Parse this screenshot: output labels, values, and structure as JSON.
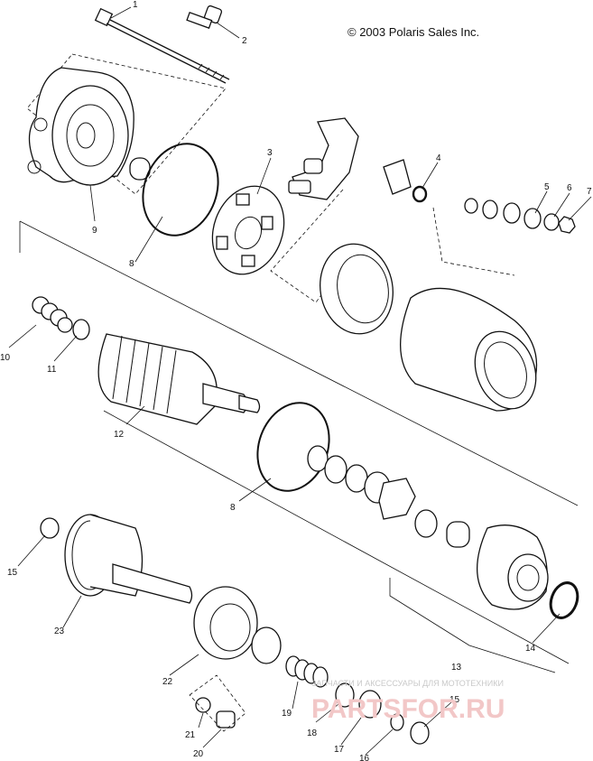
{
  "copyright": "© 2003 Polaris Sales Inc.",
  "callouts": [
    "1",
    "2",
    "3",
    "4",
    "5",
    "6",
    "7",
    "8",
    "9",
    "10",
    "11",
    "12",
    "13",
    "14",
    "15",
    "16",
    "17",
    "18",
    "19",
    "20",
    "21",
    "22",
    "23"
  ],
  "watermark": {
    "tagline": "ЗАПЧАСТИ И АКСЕССУАРЫ ДЛЯ МОТОТЕХНИКИ",
    "brand": "PARTSFOR.RU"
  }
}
